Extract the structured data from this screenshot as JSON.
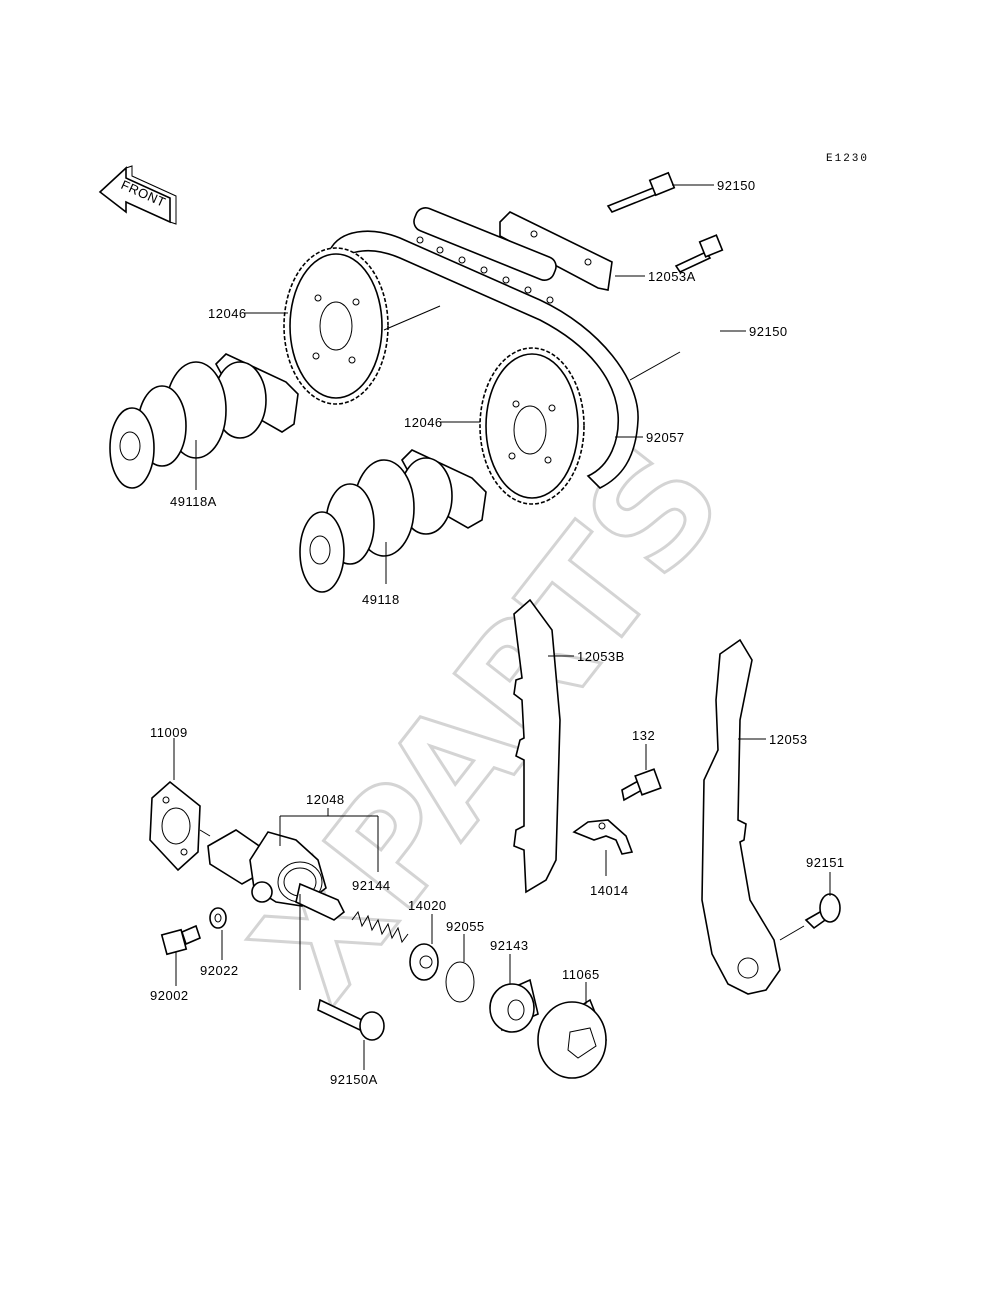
{
  "diagram": {
    "code": "E1230",
    "front_label": "FRONT",
    "watermark": "XPARTS",
    "parts": {
      "bolt_top": "92150",
      "guide_top": "12053A",
      "sprocket_upper": "12046",
      "bolt_mid": "92150",
      "sprocket_lower": "12046",
      "chain": "92057",
      "camshaft_upper": "49118A",
      "camshaft_lower": "49118",
      "guide_middle": "12053B",
      "guide_right": "12053",
      "bolt_132": "132",
      "gasket": "11009",
      "tensioner": "12048",
      "spring": "92144",
      "plug_14020": "14020",
      "oring": "92055",
      "bracket": "14014",
      "pin": "92151",
      "washer": "92022",
      "bolt_small": "92002",
      "collar": "92143",
      "cap": "11065",
      "bolt_bottom": "92150A"
    }
  }
}
